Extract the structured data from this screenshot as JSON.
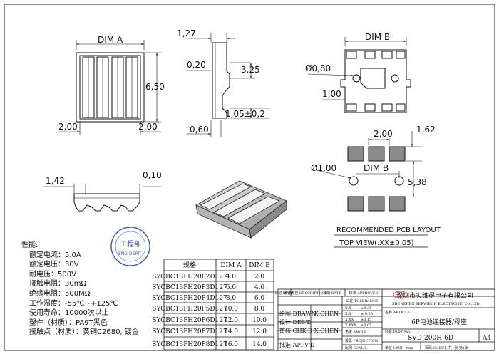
{
  "views": {
    "front": {
      "dim_a": "DIM A",
      "height": "6,50",
      "left": "2,00",
      "right": "2,00"
    },
    "side": {
      "top": "1,27",
      "r1": "0,20",
      "r2": "3,25",
      "r3": "1,05±0,2",
      "bottom": "0,60"
    },
    "bottom": {
      "dim_b": "DIM B",
      "hole": "Ø0,80",
      "w": "1,00"
    },
    "lower_side": {
      "a": "1,42",
      "b": "0,10"
    },
    "pcb": {
      "w": "2,00",
      "h": "1,62",
      "hole": "Ø1,00",
      "dim_b": "DIM B",
      "len": "5,38",
      "label": "RECOMMENDED PCB LAYOUT",
      "view": "TOP VIEW(.XX±0.05)"
    }
  },
  "notes": {
    "title": "性能:",
    "lines": [
      "额定电流：5.0A",
      "额定电压：30V",
      "耐电压：500V",
      "接触电阻：30mΩ",
      "绝缘电阻：500MΩ",
      "工作温度：-55℃~+125℃",
      "使用寿命：10000次以上",
      "塑件（材质）：PA9T黑色",
      "接触点（材质）：黄铜C2680, 镀金"
    ]
  },
  "stamp": {
    "text": "工程部",
    "sub": "ENG DEPT"
  },
  "spec_table": {
    "headers": [
      "规格",
      "DIM A",
      "DIM B"
    ],
    "rows": [
      [
        "SYCBC13PH20P2D127",
        "4.0",
        "2.0"
      ],
      [
        "SYCBC13PH20P3D127",
        "6.0",
        "4.0"
      ],
      [
        "SYCBC13PH20P4D127",
        "8.0",
        "6.0"
      ],
      [
        "SYCBC13PH20P5D127",
        "10.0",
        "8.0"
      ],
      [
        "SYCBC13PH20P6D127",
        "12.0",
        "10.0"
      ],
      [
        "SYCBC13PH20P7D127",
        "14.0",
        "12.0"
      ],
      [
        "SYCBC13PH20P8D127",
        "16.0",
        "14.0"
      ]
    ]
  },
  "title_block": {
    "hdr": [
      "标记 MARK",
      "修订内容 DESCRIPTION",
      "日期 DATE",
      "核准 APPROVED",
      "公差 TOLERANCE"
    ],
    "roles": [
      "绘图 DRAWN",
      "设计 DES'D",
      "审核 CHK'D",
      "批准 APPV'D"
    ],
    "drawn_by": "X.CHEN",
    "checked_by": "X.CHEN",
    "tol_label": "公差 TOLERANCE",
    "tolerances": [
      [
        "X.X",
        "±0.35"
      ],
      [
        "X.X",
        "± 0.25"
      ],
      [
        "X.XX",
        "±0.15"
      ],
      [
        "X.XXX",
        "±0.05"
      ]
    ],
    "angle": "角度 ANGLE",
    "projection": "投影 PROJECTION",
    "company_cn": "深圳市实维得电子有限公司",
    "company_en": "SHENZHEN SERVTECH ELECTRONIC CO.,LTD.",
    "logo": "SVD",
    "product_label": "名称 ARTICLE:",
    "product": "6P电池连接器/母座",
    "part_label": "料号 PART NO:",
    "part_no": "SVD-200H-6D",
    "size": "A4",
    "scale_label": "比例 SCALE:",
    "unit_label": "单位 UNIT",
    "unit": "mm",
    "sheet": "页码 SHEET:  共1张  第1张"
  }
}
